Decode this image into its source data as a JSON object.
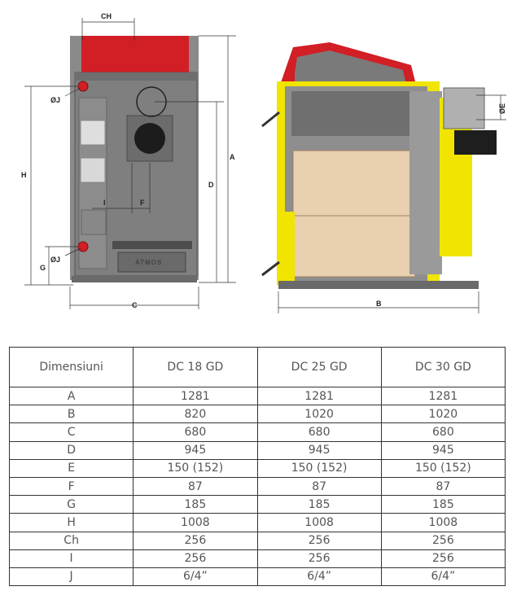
{
  "drawing": {
    "dim_labels": {
      "ch": "CH",
      "a": "A",
      "b": "B",
      "c": "C",
      "d": "D",
      "e": "ØE",
      "f": "F",
      "g": "G",
      "h": "H",
      "i": "I",
      "j_top": "ØJ",
      "j_bottom": "ØJ"
    },
    "logo": "ATMOS",
    "colors": {
      "body": "#7f7f7f",
      "dark": "#555555",
      "red": "#d21e25",
      "yellow": "#f0e400",
      "wood": "#e8d0b0"
    }
  },
  "table": {
    "headers": [
      "Dimensiuni",
      "DC 18 GD",
      "DC 25 GD",
      "DC 30 GD"
    ],
    "rows": [
      [
        "A",
        "1281",
        "1281",
        "1281"
      ],
      [
        "B",
        "820",
        "1020",
        "1020"
      ],
      [
        "C",
        "680",
        "680",
        "680"
      ],
      [
        "D",
        "945",
        "945",
        "945"
      ],
      [
        "E",
        "150 (152)",
        "150 (152)",
        "150 (152)"
      ],
      [
        "F",
        "87",
        "87",
        "87"
      ],
      [
        "G",
        "185",
        "185",
        "185"
      ],
      [
        "H",
        "1008",
        "1008",
        "1008"
      ],
      [
        "Ch",
        "256",
        "256",
        "256"
      ],
      [
        "I",
        "256",
        "256",
        "256"
      ],
      [
        "J",
        "6/4”",
        "6/4”",
        "6/4”"
      ]
    ]
  }
}
